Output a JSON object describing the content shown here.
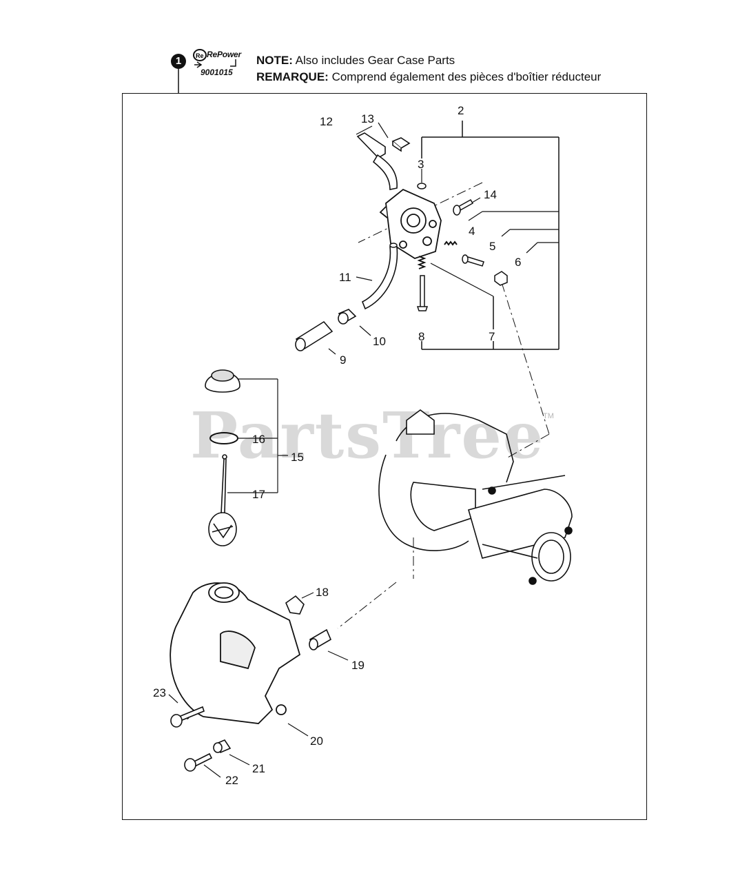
{
  "header": {
    "callout_number": "1",
    "repower_brand": "RePower",
    "repower_part_number": "9001015",
    "note_en_label": "NOTE:",
    "note_en_text": " Also includes Gear Case Parts",
    "note_fr_label": "REMARQUE:",
    "note_fr_text": " Comprend également des pièces d'boîtier réducteur"
  },
  "watermark": {
    "text": "PartsTree",
    "tm": "TM"
  },
  "callouts": {
    "n2": "2",
    "n3": "3",
    "n4": "4",
    "n5": "5",
    "n6": "6",
    "n7": "7",
    "n8": "8",
    "n9": "9",
    "n10": "10",
    "n11": "11",
    "n12": "12",
    "n13": "13",
    "n14": "14",
    "n15": "15",
    "n16": "16",
    "n17": "17",
    "n18": "18",
    "n19": "19",
    "n20": "20",
    "n21": "21",
    "n22": "22",
    "n23": "23"
  }
}
